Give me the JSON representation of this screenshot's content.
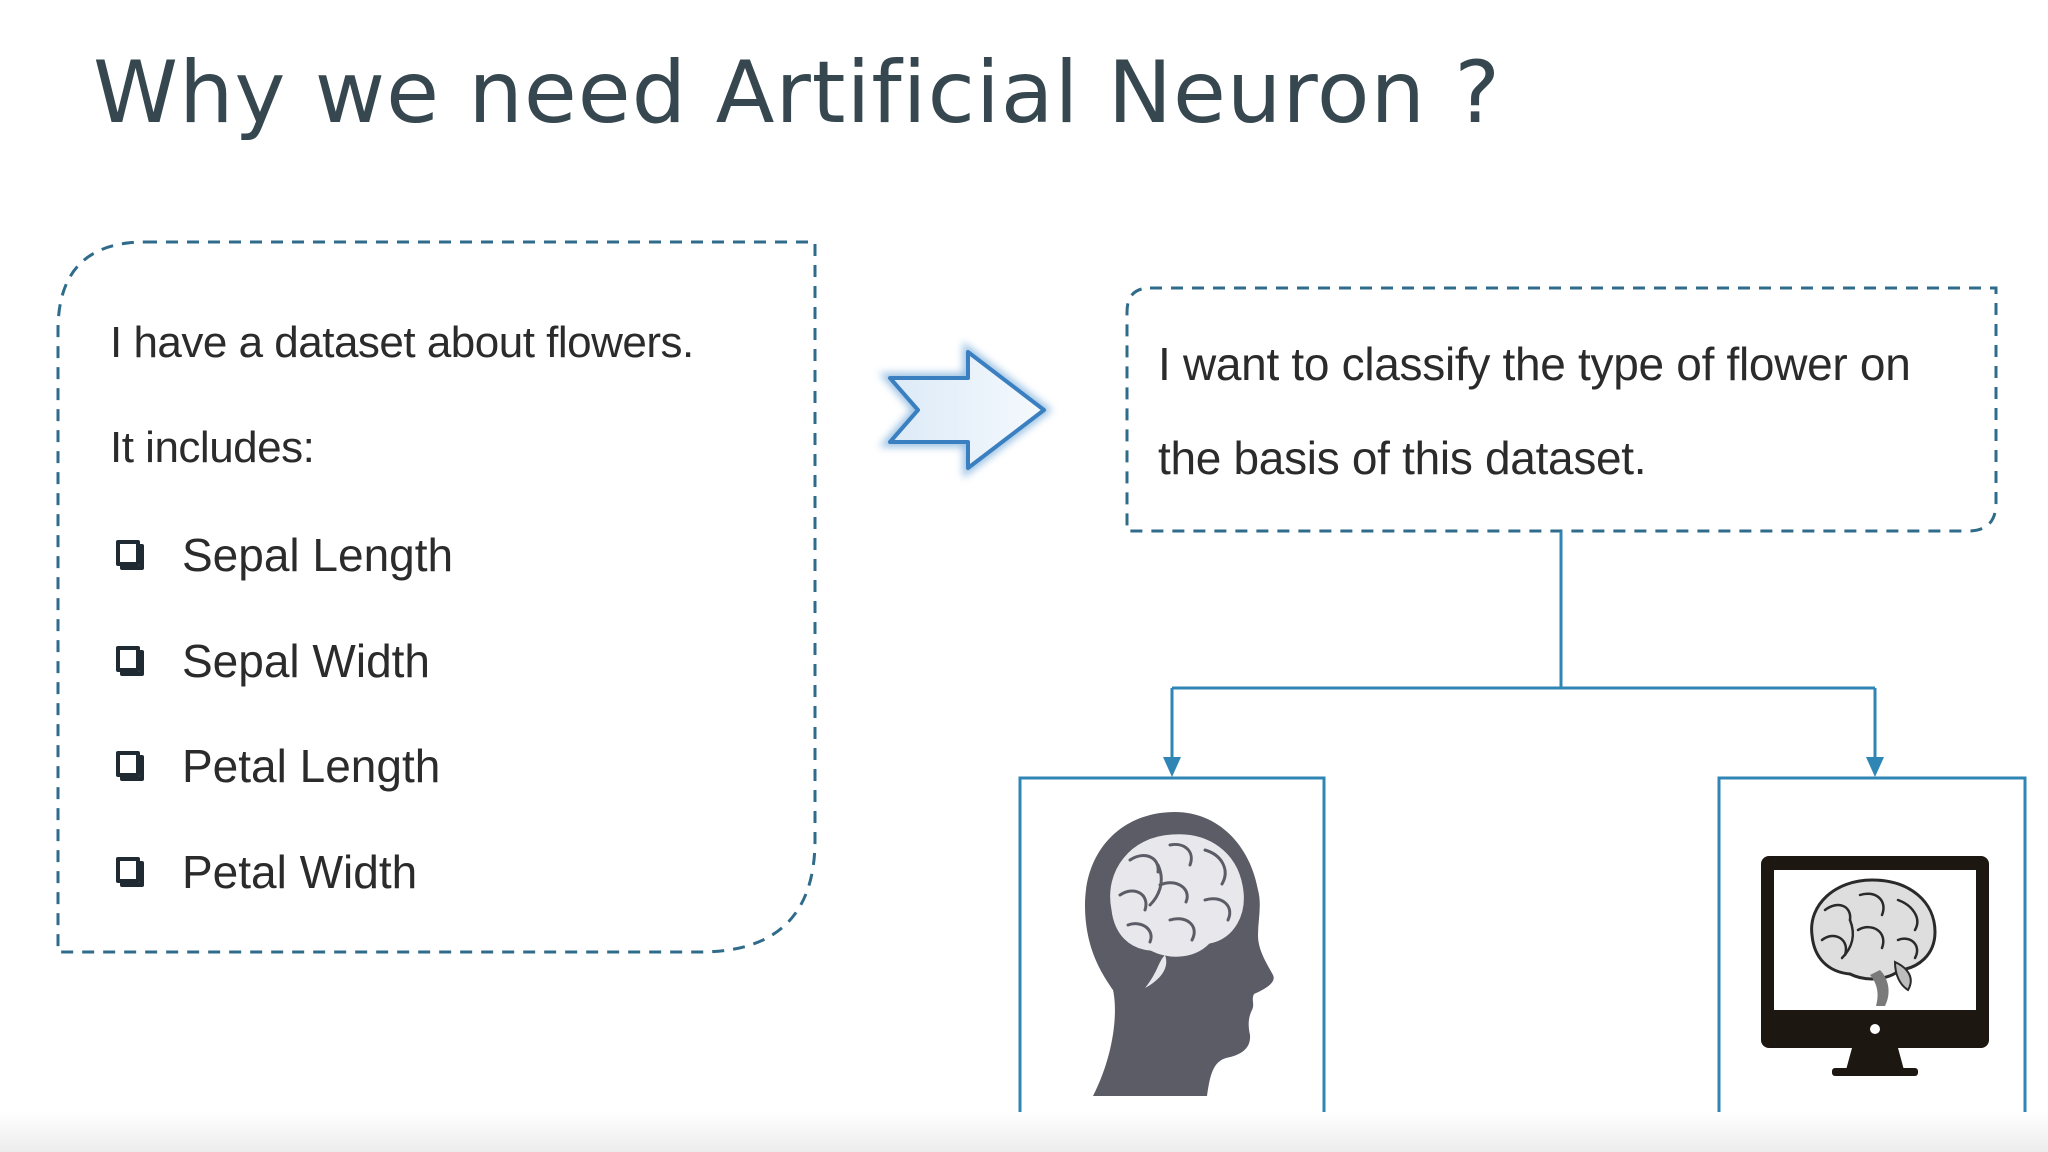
{
  "slide": {
    "title": "Why we need Artificial Neuron ?"
  },
  "left_box": {
    "line1": "I have a dataset about flowers.",
    "line2": "It includes:",
    "features": [
      "Sepal Length",
      "Sepal Width",
      "Petal Length",
      "Petal Width"
    ]
  },
  "right_box": {
    "line1": "I want to classify the type of flower on",
    "line2": "the basis of this dataset."
  },
  "icons": {
    "arrow": "right-arrow-icon",
    "human": "human-head-brain-icon",
    "computer": "computer-brain-icon"
  },
  "colors": {
    "title": "#36474f",
    "dashed_border": "#2f6b8a",
    "connector": "#2f86b5",
    "arrow_outline": "#3a7fc0",
    "head": "#5c5c66"
  }
}
